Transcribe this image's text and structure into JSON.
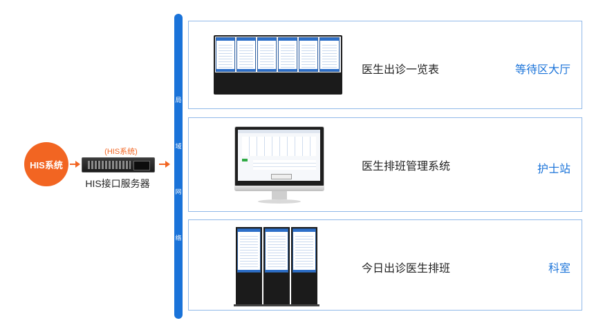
{
  "source": {
    "label": "HIS系统",
    "color": "#f26522"
  },
  "server": {
    "tag": "(HIS系统)",
    "label": "HIS接口服务器"
  },
  "network": {
    "chars": [
      "局",
      "域",
      "网",
      "络"
    ],
    "color": "#1a73d9"
  },
  "sections": [
    {
      "description": "医生出诊一览表",
      "location": "等待区大厅",
      "device": "wall-display-icon"
    },
    {
      "description": "医生排班管理系统",
      "location": "护士站",
      "device": "desktop-monitor-icon"
    },
    {
      "description": "今日出诊医生排班",
      "location": "科室",
      "device": "kiosk-display-icon"
    }
  ]
}
